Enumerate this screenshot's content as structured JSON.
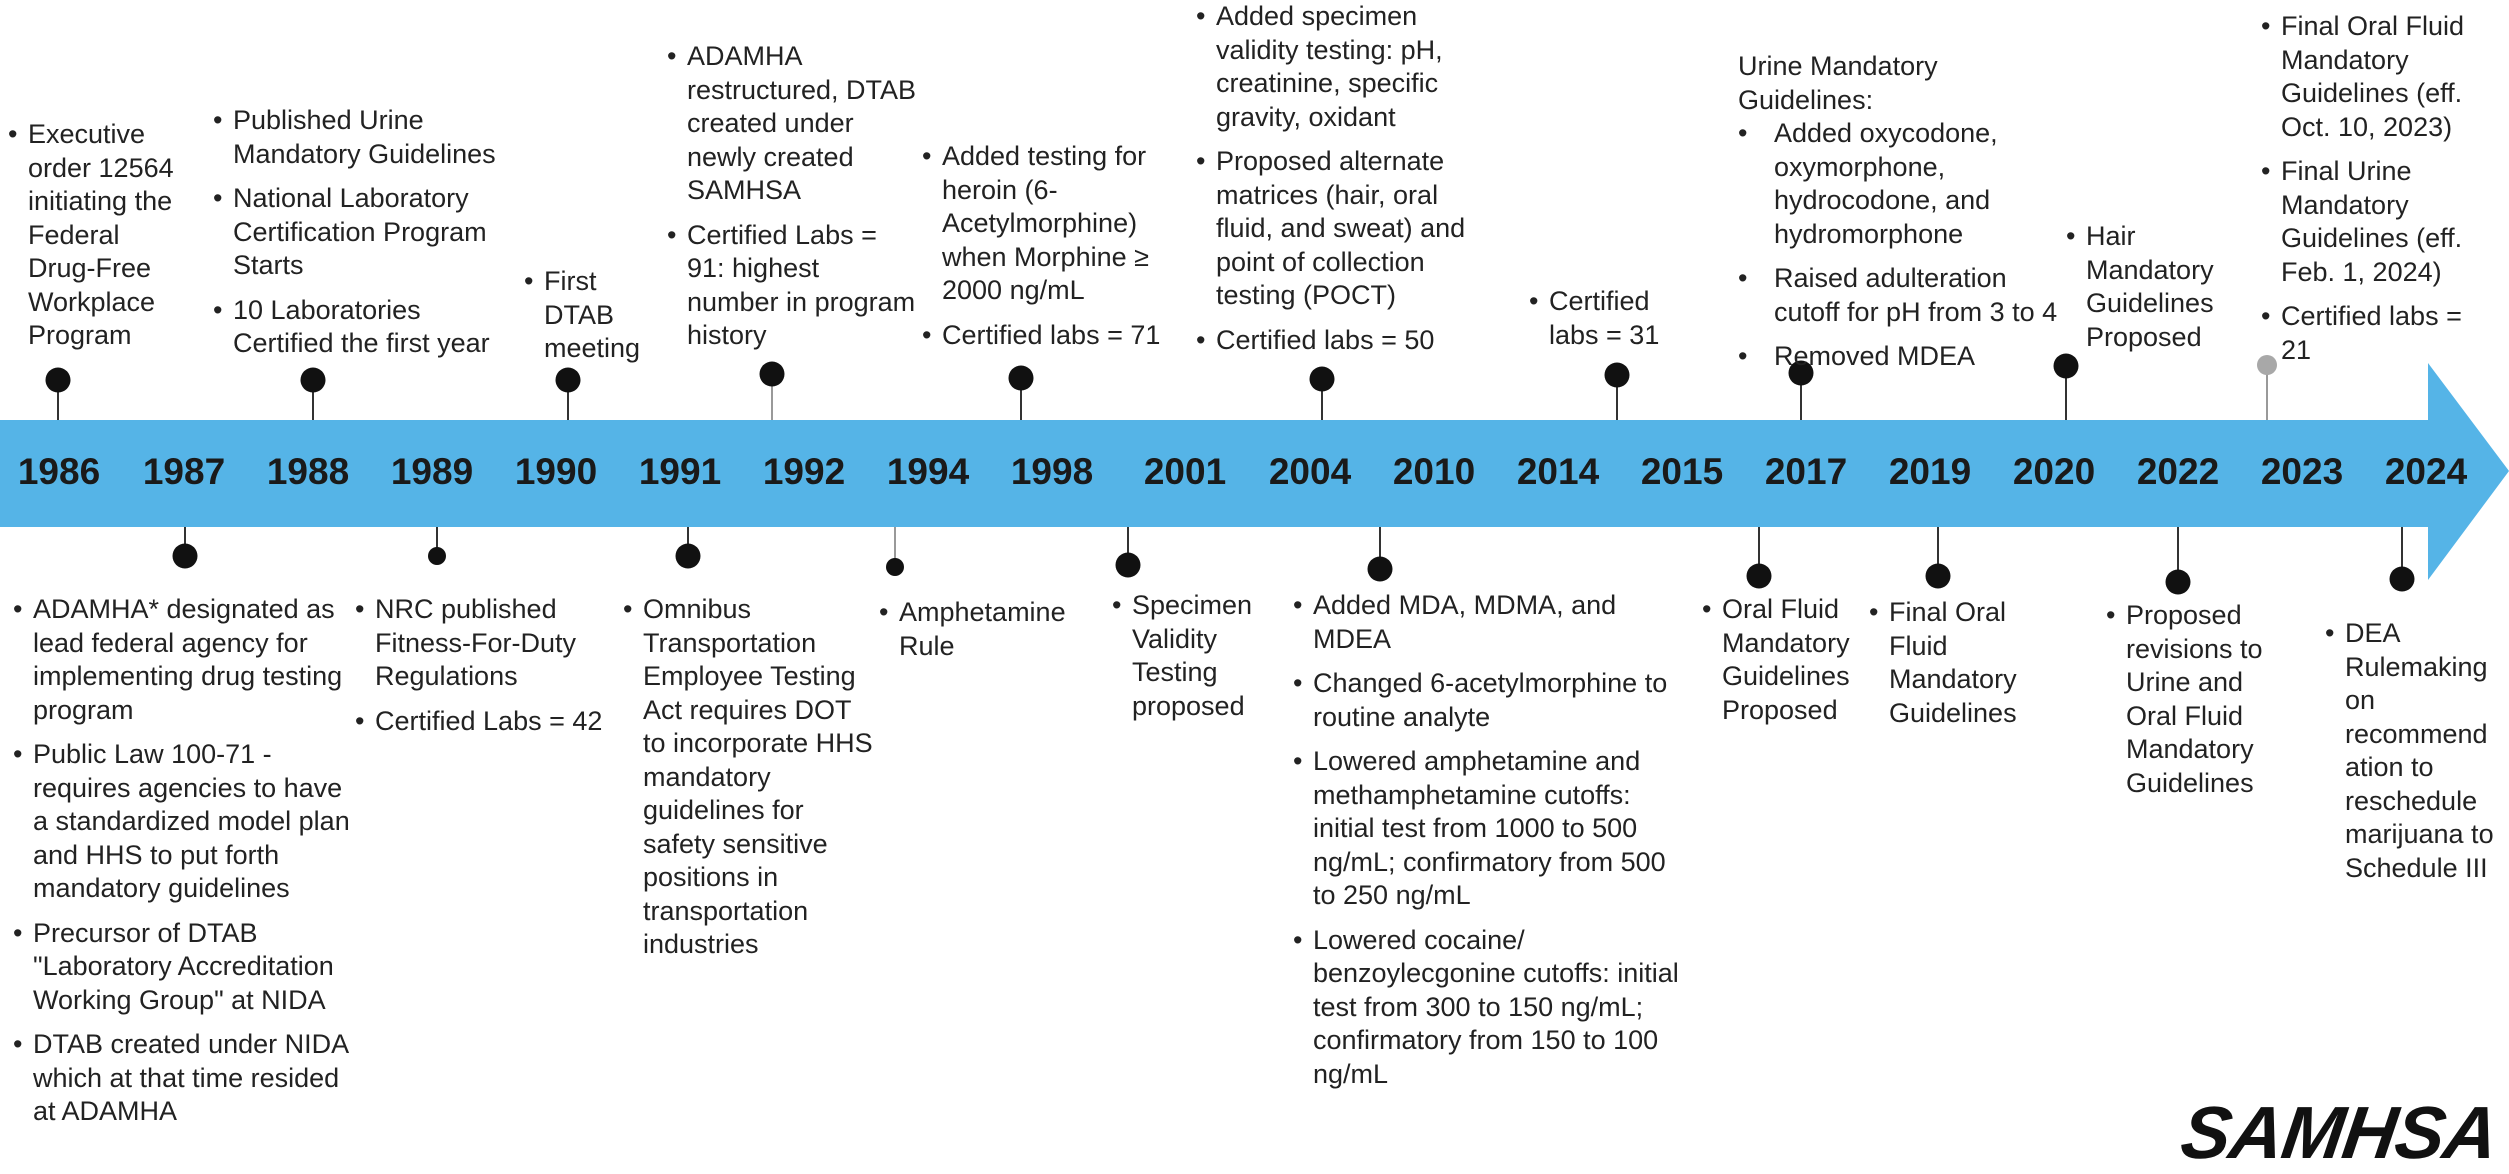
{
  "colors": {
    "arrow": "#55b4e7",
    "dot": "#111111",
    "dot_inactive": "#a8a8a8",
    "text": "#222222"
  },
  "years": [
    "1986",
    "1987",
    "1988",
    "1989",
    "1990",
    "1991",
    "1992",
    "1994",
    "1998",
    "2001",
    "2004",
    "2010",
    "2014",
    "2015",
    "2017",
    "2019",
    "2020",
    "2022",
    "2023",
    "2024"
  ],
  "above": [
    {
      "id": "a1986",
      "items": [
        "Executive order 12564 initiating the Federal Drug-Free Workplace Program"
      ]
    },
    {
      "id": "a1988",
      "items": [
        "Published Urine Mandatory Guidelines",
        "National Laboratory Certification Program Starts",
        "10 Laboratories Certified the first year"
      ]
    },
    {
      "id": "a1990",
      "items": [
        "First DTAB meeting"
      ]
    },
    {
      "id": "a1992",
      "items": [
        "ADAMHA restructured, DTAB created under newly created SAMHSA",
        "Certified Labs = 91: highest number in program history"
      ]
    },
    {
      "id": "a1998",
      "items": [
        "Added testing for heroin (6-Acetylmorphine) when Morphine ≥ 2000 ng/mL",
        "Certified labs = 71"
      ]
    },
    {
      "id": "a2004",
      "items": [
        "Added specimen validity testing: pH, creatinine, specific gravity, oxidant",
        "Proposed alternate matrices (hair, oral fluid, and sweat) and point of collection testing (POCT)",
        "Certified labs = 50"
      ]
    },
    {
      "id": "a2015",
      "items": [
        "Certified labs = 31"
      ]
    },
    {
      "id": "a2017",
      "heading": "Urine Mandatory Guidelines:",
      "items": [
        "Added oxycodone, oxymorphone, hydrocodone, and hydromorphone",
        "Raised adulteration cutoff for pH from 3 to 4",
        "Removed MDEA"
      ]
    },
    {
      "id": "a2020",
      "items": [
        "Hair Mandatory Guidelines Proposed"
      ]
    },
    {
      "id": "a2023",
      "items": [
        "Final Oral Fluid Mandatory Guidelines (eff. Oct. 10, 2023)",
        "Final Urine Mandatory Guidelines (eff. Feb. 1, 2024)",
        "Certified labs = 21"
      ]
    }
  ],
  "below": [
    {
      "id": "b1987",
      "items": [
        "ADAMHA* designated as lead federal agency for implementing drug testing program",
        "Public Law 100-71 - requires agencies to have a standardized model plan and HHS to put forth mandatory guidelines",
        "Precursor of DTAB \"Laboratory Accreditation Working Group\" at NIDA",
        "DTAB created under NIDA which at that time resided at ADAMHA"
      ]
    },
    {
      "id": "b1989",
      "items": [
        "NRC published Fitness-For-Duty Regulations",
        "Certified Labs = 42"
      ]
    },
    {
      "id": "b1991",
      "items": [
        "Omnibus Transportation Employee Testing Act requires DOT to incorporate HHS mandatory guidelines for safety sensitive positions in transportation industries"
      ]
    },
    {
      "id": "b1994",
      "items": [
        "Amphetamine Rule"
      ]
    },
    {
      "id": "b2001",
      "items": [
        "Specimen Validity Testing proposed"
      ]
    },
    {
      "id": "b2010",
      "items": [
        "Added MDA, MDMA, and MDEA",
        "Changed 6-acetylmorphine to routine analyte",
        "Lowered amphetamine and methamphetamine cutoffs: initial test from 1000 to 500 ng/mL; confirmatory from 500 to 250 ng/mL",
        "Lowered cocaine/ benzoylecgonine cutoffs: initial test from 300 to 150 ng/mL; confirmatory from 150 to 100 ng/mL"
      ]
    },
    {
      "id": "b2017",
      "items": [
        "Oral Fluid Mandatory Guidelines Proposed"
      ]
    },
    {
      "id": "b2019",
      "items": [
        "Final Oral Fluid Mandatory Guidelines"
      ]
    },
    {
      "id": "b2022",
      "items": [
        "Proposed revisions to Urine and Oral Fluid Mandatory Guidelines"
      ]
    },
    {
      "id": "b2024",
      "items": [
        "DEA Rulemaking on recommend ation to reschedule marijuana to Schedule III"
      ]
    }
  ],
  "logo": {
    "text": "SAMHSA"
  }
}
